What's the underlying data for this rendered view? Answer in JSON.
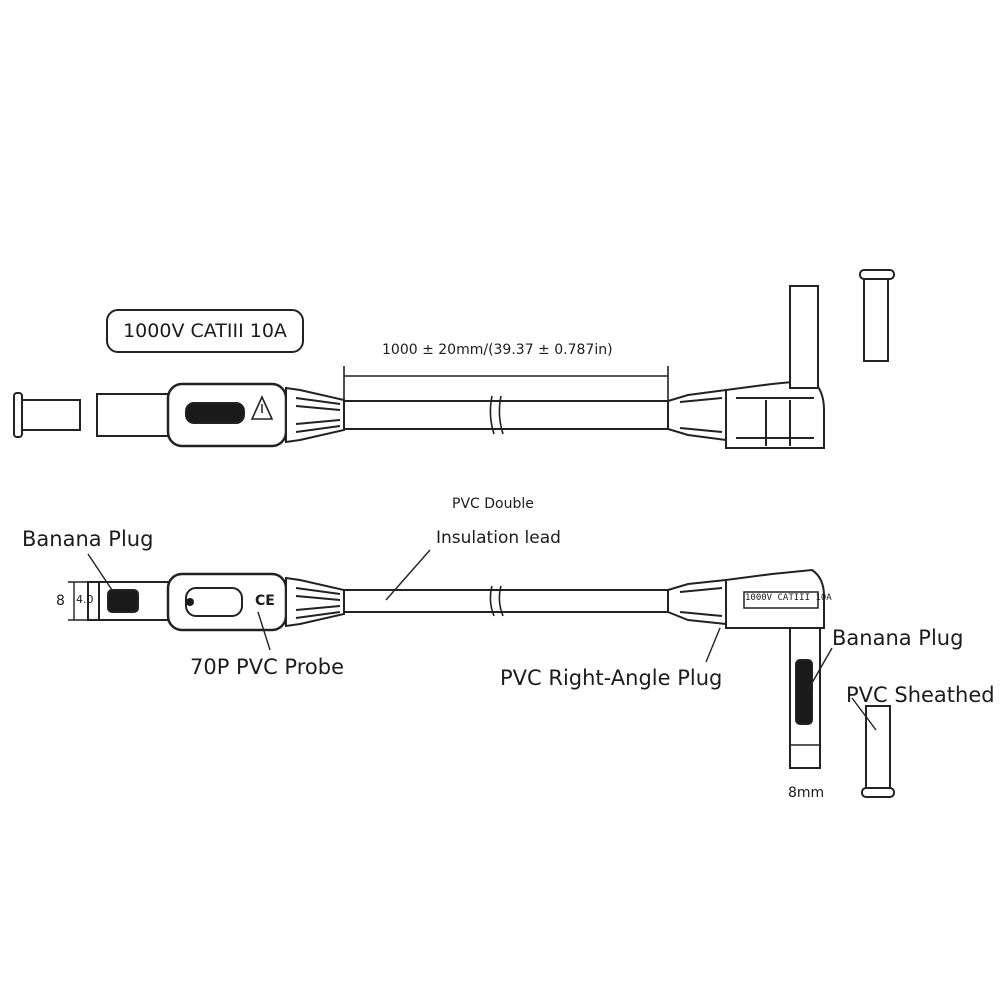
{
  "rating_label": "1000V CATIII 10A",
  "length_label": "1000 ± 20mm/(39.37 ± 0.787in)",
  "insulation_label_line1": "PVC Double",
  "insulation_label_line2": "Insulation lead",
  "banana_plug_left_label": "Banana Plug",
  "probe_label": "70P PVC Probe",
  "right_angle_label": "PVC Right-Angle Plug",
  "banana_plug_right_label": "Banana Plug",
  "sheathed_label": "PVC Sheathed",
  "dim_8_label": "8",
  "dim_4_label": "4.0",
  "dim_8mm_label": "8mm",
  "probe_ce_mark": "CE",
  "right_plug_marking": "1000V CATIII 10A",
  "colors": {
    "line": "#222222",
    "fill_dark": "#1a1a1a",
    "fill_light": "#ffffff",
    "cable_fill": "#f4f4f4"
  }
}
